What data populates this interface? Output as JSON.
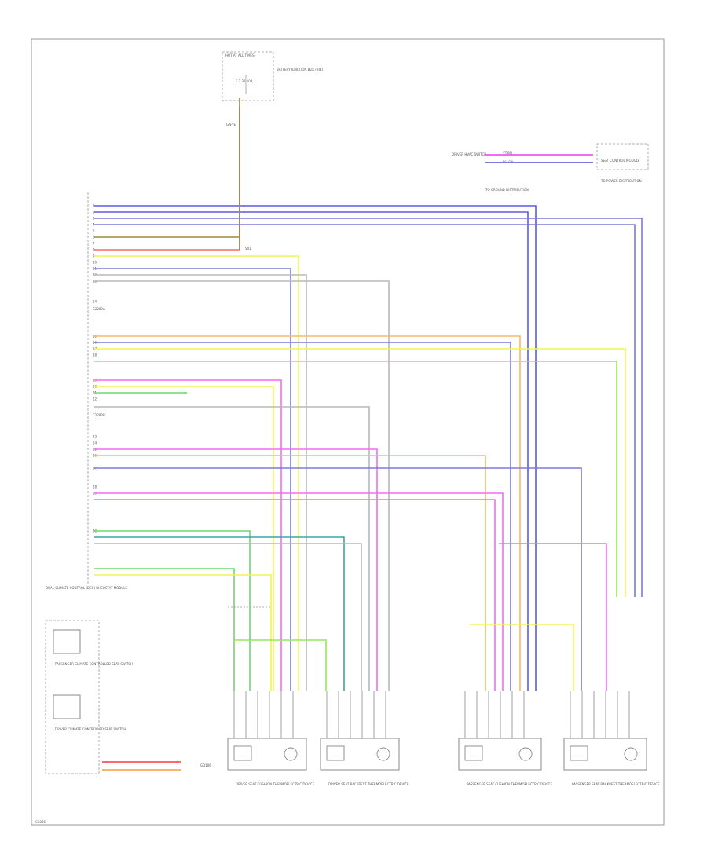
{
  "diagram": {
    "footer_code": "C5086",
    "fuse_block": {
      "title": "HOT AT ALL TIMES",
      "fuse": "F 2.32 10A",
      "description": "BATTERY JUNCTION BOX (BJB)"
    },
    "fuse_wire": "GN-YE",
    "splice": "S41",
    "module": {
      "connector": "C2280A",
      "connector2": "C2280B",
      "description": "DUAL CLIMATE CONTROL (DCC) RHEOSTAT MODULE",
      "pins": [
        "1",
        "2",
        "3",
        "4",
        "5",
        "6",
        "7",
        "8",
        "9",
        "10",
        "11",
        "12",
        "13",
        "14",
        "15",
        "16",
        "17",
        "18",
        "19",
        "20",
        "21",
        "22",
        "23",
        "24",
        "25",
        "26",
        "27",
        "28",
        "29",
        "30"
      ]
    },
    "inset_devices": [
      "PASSENGER CLIMATE CONTROLLED SEAT SWITCH",
      "DRIVER CLIMATE CONTROLLED SEAT SWITCH"
    ],
    "ground_ref": "GD106",
    "ground_ref_label": "TO GROUND DISTRIBUTION",
    "top_right": {
      "label": "TO POWER DISTRIBUTION",
      "wire1": "VT-BN",
      "wire2": "BU-GN",
      "device": "DRIVER HVAC SWITCH",
      "device2": "SEAT CONTROL MODULE"
    },
    "wire_colors": {
      "blue": "#5a5ae6",
      "violet": "#7b7bd8",
      "tan": "#9a8a3e",
      "red": "#ff6a6a",
      "yellow": "#f2f25c",
      "lime": "#9ae65c",
      "green": "#6bd86b",
      "teal": "#3aa6a6",
      "magenta": "#f56af5",
      "orange": "#f5b86a",
      "gray": "#b8b8b8",
      "black": "#444444"
    },
    "components": [
      {
        "name": "DRIVER SEAT CUSHION THERMOELECTRIC DEVICE"
      },
      {
        "name": "DRIVER SEAT BACKREST THERMOELECTRIC DEVICE"
      },
      {
        "name": "PASSENGER SEAT CUSHION THERMOELECTRIC DEVICE"
      },
      {
        "name": "PASSENGER SEAT BACKREST THERMOELECTRIC DEVICE"
      }
    ]
  }
}
